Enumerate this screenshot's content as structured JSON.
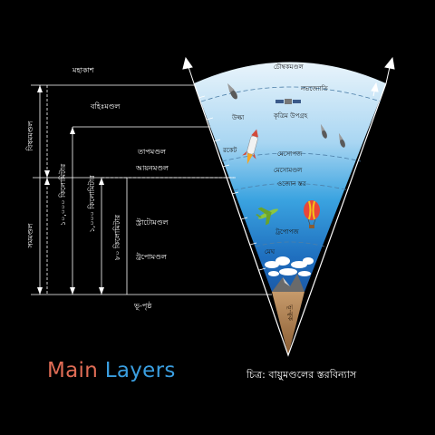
{
  "diagram": {
    "caption": "চিত্র: বায়ুমণ্ডলের স্তরবিন্যাস",
    "main_title": {
      "part1": "Main",
      "part2": "Layers"
    },
    "colors": {
      "main_word": "#e06c55",
      "layers_l": "#4a8fe0",
      "layers_a": "#3ab3e8",
      "layers_y": "#2fbfa0",
      "layers_e": "#9ac63a",
      "layers_r": "#36b35a",
      "layers_s": "#3a88d8"
    },
    "left_labels": {
      "space": "মহাকাশ",
      "exosphere": "বহিঃমণ্ডল",
      "thermosphere": "তাপমণ্ডল",
      "ionosphere": "আয়নমণ্ডল",
      "stratosphere": "স্ট্রাটোমণ্ডল",
      "troposphere": "ট্রপোমণ্ডল",
      "ground": "ভূ-পৃষ্ঠ"
    },
    "vertical_labels": {
      "heterosphere": "বিষমমণ্ডল",
      "homosphere": "সমমণ্ডল",
      "km_10000": "১০,০০০ কিলোমিটার",
      "km_1000": "১,০০০ কিলোমিটার",
      "km_80": "৮০ কিলোমিটার"
    },
    "cone_labels": {
      "exosphere": "চৌম্বকমণ্ডল",
      "aurora": "নভজ্যোতি",
      "meteor": "উল্কা",
      "satellite": "কৃত্রিম উপগ্রহ",
      "rocket": "রকেট",
      "mesopause": "মেসোপজ",
      "mesosphere": "মেসোমণ্ডল",
      "ozone": "ওজোন স্তর",
      "tropopause": "ট্রপোপজ",
      "clouds": "মেঘ",
      "earth": "ভূ-ত্বক"
    }
  }
}
